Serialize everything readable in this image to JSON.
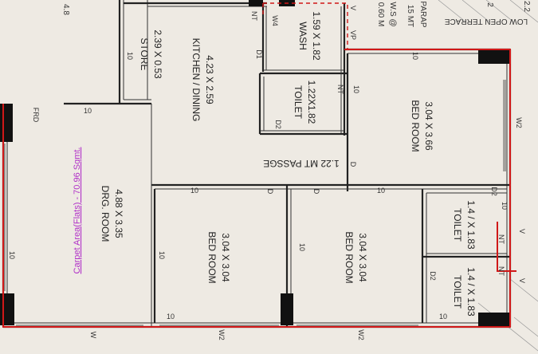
{
  "plan": {
    "rooms": {
      "store": {
        "name": "STORE",
        "dim": "2.39 X 0.53"
      },
      "kitchen": {
        "name": "KITCHEN / DINING",
        "dim": "4.23 X 2.59"
      },
      "wash": {
        "name": "WASH",
        "dim": "1.59 X 1.82"
      },
      "toilet_top": {
        "name": "TOILET",
        "dim": "1.22X1.82"
      },
      "bed_right": {
        "name": "BED ROOM",
        "dim": "3.04 X 3.66"
      },
      "passage": {
        "name": "1.22 MT PASSGE"
      },
      "drawing": {
        "name": "DRG. ROOM",
        "dim": "4.88 X 3.35"
      },
      "bed_mid": {
        "name": "BED ROOM",
        "dim": "3.04 X 3.04"
      },
      "bed_mid2": {
        "name": "BED ROOM",
        "dim": "3.04 X 3.04"
      },
      "toilet_r1": {
        "name": "TOILET",
        "dim": "1.4 / X 1.83"
      },
      "toilet_r2": {
        "name": "TOILET",
        "dim": "1.4 / X 1.83"
      }
    },
    "carpet_note": "Carpet Area(Flats) - 70.96 Sqmt.",
    "top_labels": {
      "ms": "0.60 M",
      "ws": "W.S @",
      "parapet": "15 MT",
      "parapet2": "PARAP",
      "terrace": "LOW OPEN TERRACE",
      "corner_num": "2.2",
      "corner_num2": "2",
      "left_num": "4.8"
    },
    "marks": {
      "frd": "FRD",
      "w": "W",
      "w2": "W2",
      "w4": "W4",
      "d": "D",
      "d1": "D1",
      "d2": "D2",
      "nt": "NT",
      "v": "V",
      "vp": "VP",
      "ten": "10"
    }
  }
}
